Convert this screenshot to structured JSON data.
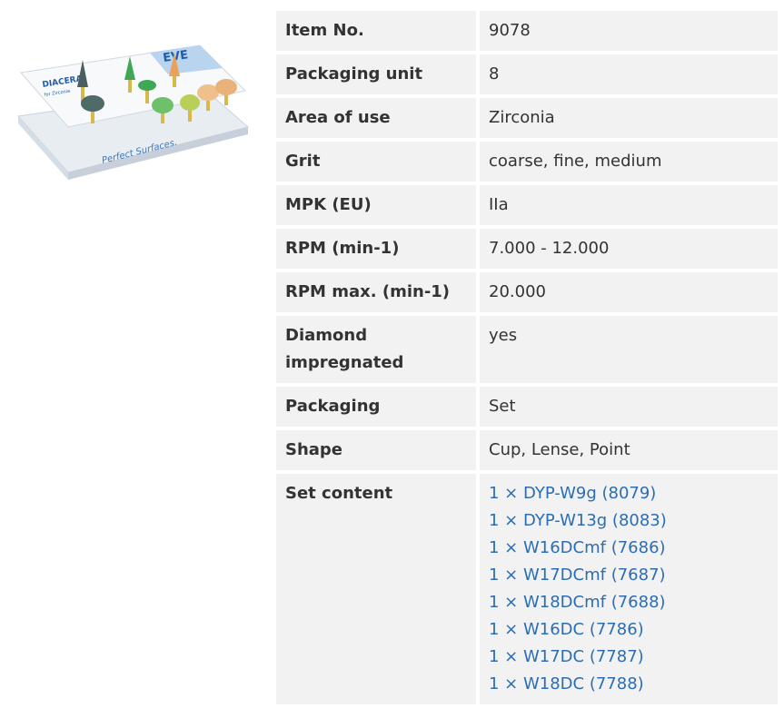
{
  "product_image": {
    "brand": "EVE",
    "name": "DIACERA",
    "subtitle": "for Zirconia",
    "tagline": "Perfect Surfaces."
  },
  "specs": [
    {
      "label": "Item No.",
      "value": "9078"
    },
    {
      "label": "Packaging unit",
      "value": "8"
    },
    {
      "label": "Area of use",
      "value": "Zirconia"
    },
    {
      "label": "Grit",
      "value": "coarse, fine, medium"
    },
    {
      "label": "MPK (EU)",
      "value": "IIa"
    },
    {
      "label": "RPM (min-1)",
      "value": "7.000 - 12.000"
    },
    {
      "label": "RPM max. (min-1)",
      "value": "20.000"
    },
    {
      "label": "Diamond impregnated",
      "value": "yes"
    },
    {
      "label": "Packaging",
      "value": "Set"
    },
    {
      "label": "Shape",
      "value": "Cup, Lense, Point"
    }
  ],
  "set_content": {
    "label": "Set content",
    "items": [
      "1 × DYP-W9g (8079)",
      "1 × DYP-W13g (8083)",
      "1 × W16DCmf (7686)",
      "1 × W17DCmf (7687)",
      "1 × W18DCmf (7688)",
      "1 × W16DC (7786)",
      "1 × W17DC (7787)",
      "1 × W18DC (7788)"
    ]
  },
  "colors": {
    "row_background": "#f2f2f2",
    "link": "#2a6db5"
  }
}
